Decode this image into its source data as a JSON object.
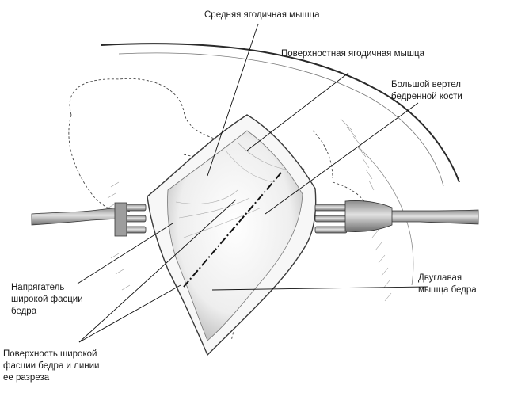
{
  "labels": {
    "gluteus_medius": [
      "Средняя ягодичная мышца"
    ],
    "gluteus_maximus": [
      "Поверхностная ягодичная мышца"
    ],
    "greater_trochanter": [
      "Большой вертел",
      "бедренной кости"
    ],
    "tensor_fasciae_latae": [
      "Напрягатель",
      "широкой фасции",
      "бедра"
    ],
    "biceps_femoris": [
      "Двуглавая",
      "мышца бедра"
    ],
    "fascia_lata_incision": [
      "Поверхность широкой",
      "фасции бедра и линии",
      "ее разреза"
    ]
  }
}
